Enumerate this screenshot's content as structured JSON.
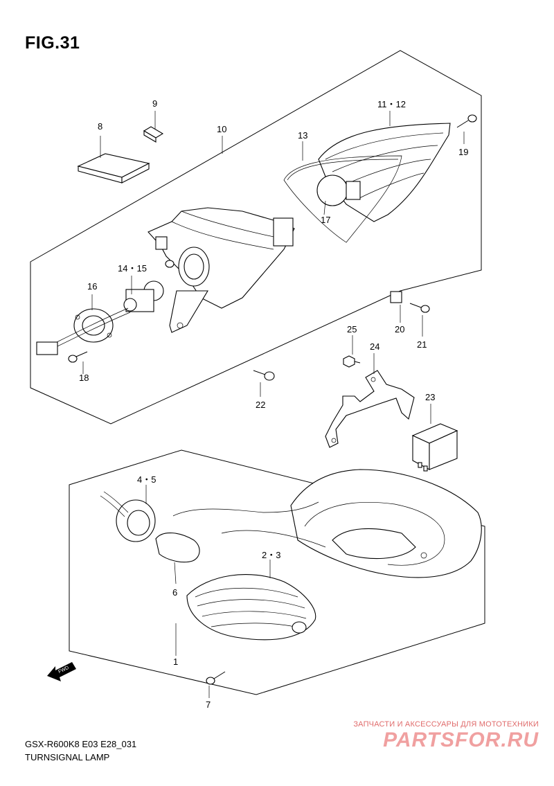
{
  "figure": {
    "title": "FIG.31",
    "model_code": "GSX-R600K8 E03 E28_031",
    "caption": "TURNSIGNAL LAMP"
  },
  "callouts": {
    "c1": "1",
    "c2_3": "2・3",
    "c4_5": "4・5",
    "c6": "6",
    "c7": "7",
    "c8": "8",
    "c9": "9",
    "c10": "10",
    "c11_12": "11・12",
    "c13": "13",
    "c14_15": "14・15",
    "c16": "16",
    "c17": "17",
    "c18": "18",
    "c19": "19",
    "c20": "20",
    "c21": "21",
    "c22": "22",
    "c23": "23",
    "c24": "24",
    "c25": "25"
  },
  "fwd_label": "FWD",
  "watermark": {
    "tagline": "ЗАПЧАСТИ И АКСЕССУАРЫ ДЛЯ МОТОТЕХНИКИ",
    "logo": "PARTSFOR.RU"
  }
}
